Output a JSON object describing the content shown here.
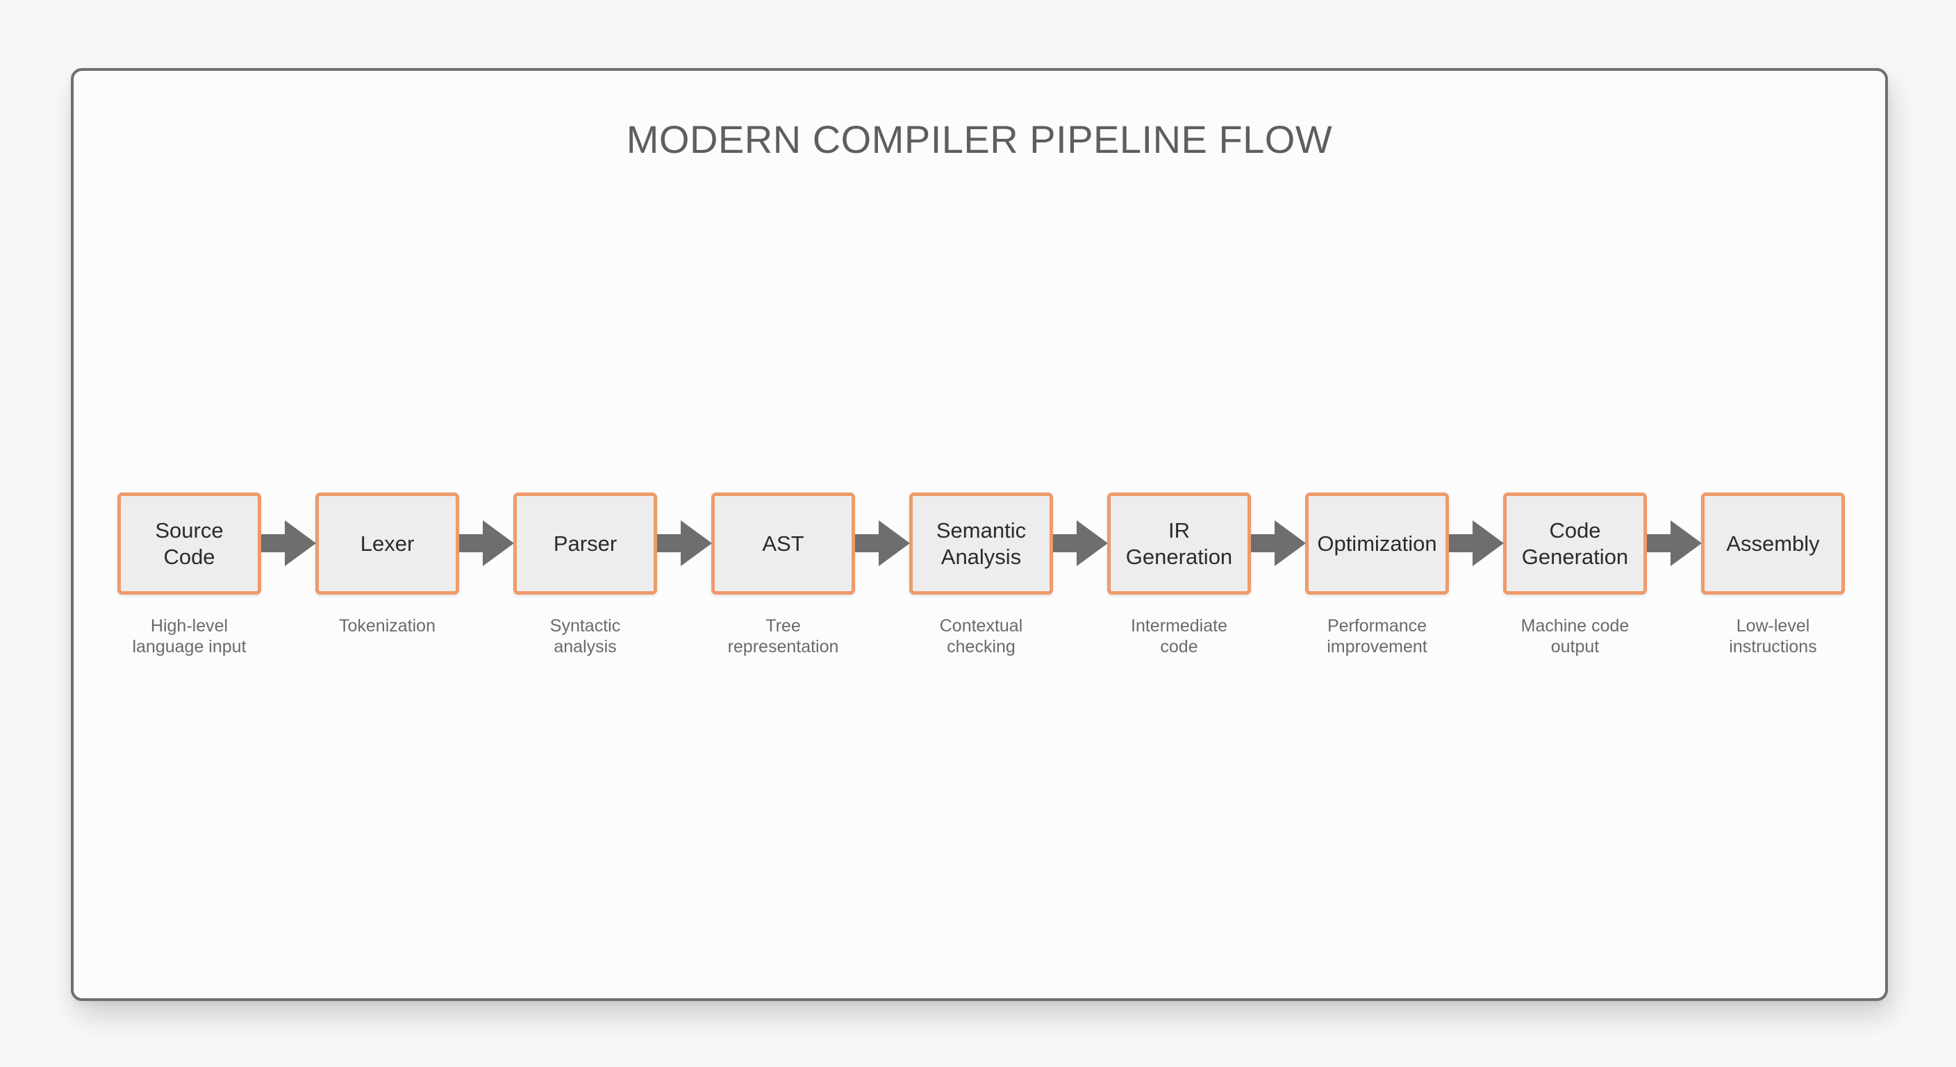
{
  "diagram": {
    "title": "MODERN COMPILER PIPELINE FLOW",
    "colors": {
      "box_border": "#ef9a6b",
      "box_fill": "#ededed",
      "arrow": "#6e6e6e",
      "title_text": "#5e5e5e",
      "label_text": "#2b2b2b",
      "description_text": "#6a6a6a"
    },
    "stages": [
      {
        "label": "Source\nCode",
        "description": "High-level\nlanguage input"
      },
      {
        "label": "Lexer",
        "description": "Tokenization"
      },
      {
        "label": "Parser",
        "description": "Syntactic\nanalysis"
      },
      {
        "label": "AST",
        "description": "Tree\nrepresentation"
      },
      {
        "label": "Semantic\nAnalysis",
        "description": "Contextual\nchecking"
      },
      {
        "label": "IR\nGeneration",
        "description": "Intermediate\ncode"
      },
      {
        "label": "Optimization",
        "description": "Performance\nimprovement"
      },
      {
        "label": "Code\nGeneration",
        "description": "Machine code\noutput"
      },
      {
        "label": "Assembly",
        "description": "Low-level\ninstructions"
      }
    ],
    "connections": [
      {
        "from": "Source Code",
        "to": "Lexer",
        "icon": "arrow-right-icon"
      },
      {
        "from": "Lexer",
        "to": "Parser",
        "icon": "arrow-right-icon"
      },
      {
        "from": "Parser",
        "to": "AST",
        "icon": "arrow-right-icon"
      },
      {
        "from": "AST",
        "to": "Semantic Analysis",
        "icon": "arrow-right-icon"
      },
      {
        "from": "Semantic Analysis",
        "to": "IR Generation",
        "icon": "arrow-right-icon"
      },
      {
        "from": "IR Generation",
        "to": "Optimization",
        "icon": "arrow-right-icon"
      },
      {
        "from": "Optimization",
        "to": "Code Generation",
        "icon": "arrow-right-icon"
      },
      {
        "from": "Code Generation",
        "to": "Assembly",
        "icon": "arrow-right-icon"
      }
    ]
  }
}
